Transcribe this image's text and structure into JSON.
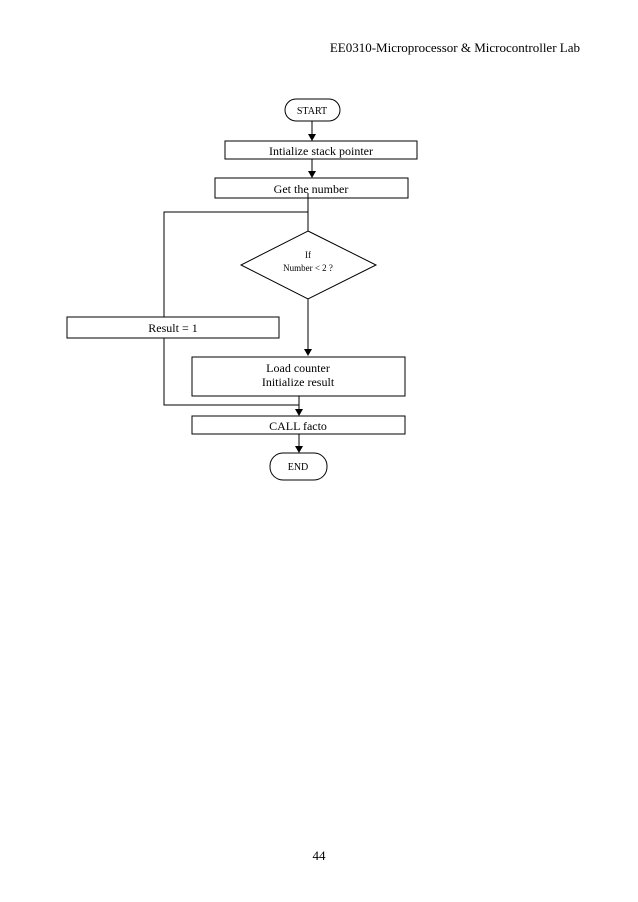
{
  "header": {
    "title": "EE0310-Microprocessor & Microcontroller Lab"
  },
  "page": {
    "number": "44"
  },
  "flowchart": {
    "start": "START",
    "init_stack": "Intialize stack pointer",
    "get_number": "Get the number",
    "decision_line1": "If",
    "decision_line2": "Number < 2 ?",
    "result_one": "Result = 1",
    "load_line1": "Load counter",
    "load_line2": "Initialize result",
    "call": "CALL facto",
    "end": "END"
  }
}
